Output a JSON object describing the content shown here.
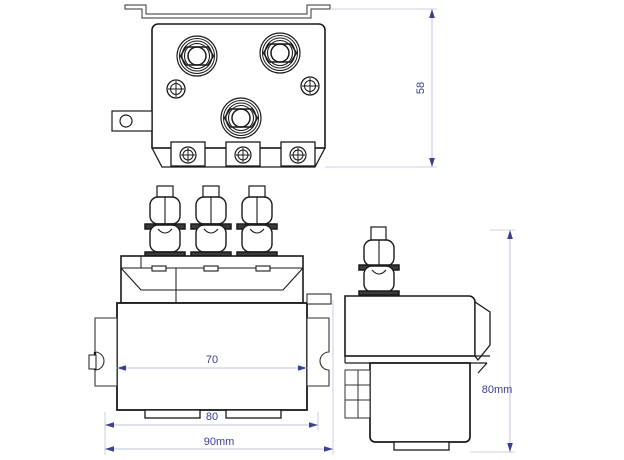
{
  "drawing": {
    "title": "DC Contactor Relay Orthographic Drawing",
    "background_color": "#ffffff",
    "line_color": "#1a1a1a",
    "thin_line_color": "#555555",
    "dimension_color": "#3b3f8f",
    "views": [
      {
        "name": "top-view",
        "label": ""
      },
      {
        "name": "front-view",
        "label": ""
      },
      {
        "name": "side-view",
        "label": ""
      }
    ]
  },
  "dimensions": {
    "top_view_height": "58",
    "front_view_inner_width": "70",
    "front_view_body_width": "80",
    "front_view_overall_width": "90mm",
    "side_view_height": "80mm"
  },
  "chart_data": {
    "type": "table",
    "title": "DC Contactor Relay Orthographic Drawing",
    "categories": [
      "top_view_height",
      "front_view_inner_width",
      "front_view_body_width",
      "front_view_overall_width",
      "side_view_height"
    ],
    "values": [
      58,
      70,
      80,
      90,
      80
    ],
    "labels": [
      "58",
      "70",
      "80",
      "90mm",
      "80mm"
    ],
    "units": "mm"
  }
}
